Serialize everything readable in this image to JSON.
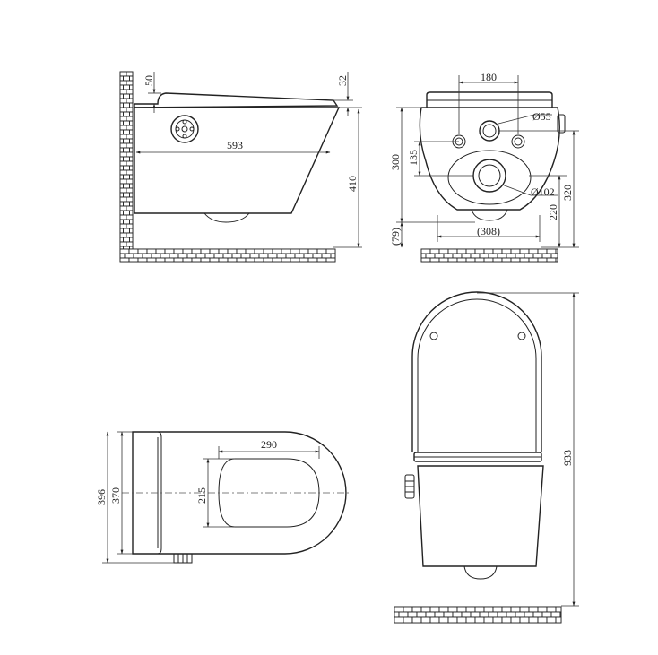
{
  "dimensions": {
    "side_view": {
      "top_thickness": "50",
      "lid_height": "32",
      "depth": "593",
      "height": "410"
    },
    "front_view": {
      "inlet_spacing": "180",
      "inlet_diameter": "Ø55",
      "outlet_diameter": "Ø102",
      "bowl_height": "300",
      "inlet_height": "135",
      "outlet_height": "220",
      "total_height": "320",
      "floor_gap": "(79)",
      "bracket_width": "(308)"
    },
    "top_view": {
      "seat_width": "290",
      "seat_depth": "215",
      "width_inner": "370",
      "width_outer": "396"
    },
    "front_open_view": {
      "open_height": "933"
    }
  }
}
